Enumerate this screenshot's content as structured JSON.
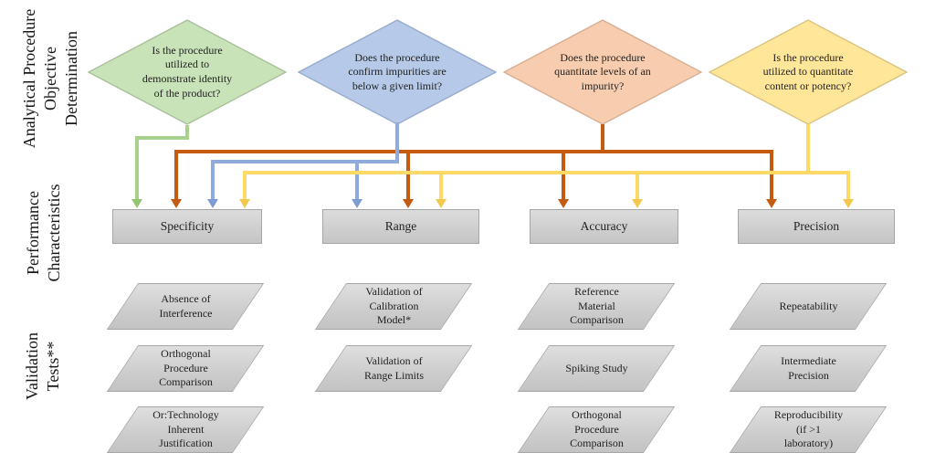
{
  "row_labels": {
    "objective": "Analytical Procedure\nObjective\nDetermination",
    "performance": "Performance\nCharacteristics",
    "validation": "Validation\nTests**"
  },
  "diamonds": [
    {
      "id": "identity",
      "text": "Is the procedure\nutilized to\ndemonstrate identity\nof the product?",
      "fill": "#C9E3B8",
      "line_color": "#A9D18E"
    },
    {
      "id": "impurity_limit",
      "text": "Does the procedure\nconfirm impurities are\nbelow a given limit?",
      "fill": "#B6C9E8",
      "line_color": "#8FAADC"
    },
    {
      "id": "impurity_level",
      "text": "Does the procedure\nquantitate levels of an\nimpurity?",
      "fill": "#F8CCAE",
      "line_color": "#C55A11"
    },
    {
      "id": "content_potency",
      "text": "Is the procedure\nutilized to quantitate\ncontent or potency?",
      "fill": "#FFE699",
      "line_color": "#FFD966"
    }
  ],
  "characteristics": [
    {
      "label": "Specificity"
    },
    {
      "label": "Range"
    },
    {
      "label": "Accuracy"
    },
    {
      "label": "Precision"
    }
  ],
  "connectors": [
    {
      "from": "identity",
      "color": "#A9D18E",
      "targets": [
        "Specificity"
      ]
    },
    {
      "from": "impurity_limit",
      "color": "#8FAADC",
      "targets": [
        "Specificity",
        "Range"
      ]
    },
    {
      "from": "impurity_level",
      "color": "#C55A11",
      "targets": [
        "Specificity",
        "Range",
        "Accuracy",
        "Precision"
      ]
    },
    {
      "from": "content_potency",
      "color": "#FFD966",
      "targets": [
        "Specificity",
        "Range",
        "Accuracy",
        "Precision"
      ]
    }
  ],
  "validation_tests": {
    "specificity": [
      "Absence of\nInterference",
      "Orthogonal\nProcedure\nComparison",
      "Or:Technology\nInherent\nJustification"
    ],
    "range": [
      "Validation of\nCalibration\nModel*",
      "Validation of\nRange Limits"
    ],
    "accuracy": [
      "Reference\nMaterial\nComparison",
      "Spiking Study",
      "Orthogonal\nProcedure\nComparison"
    ],
    "precision": [
      "Repeatability",
      "Intermediate\nPrecision",
      "Reproducibility\n(if >1\nlaboratory)"
    ]
  },
  "colors": {
    "green_line": "#A9D18E",
    "blue_line": "#8FAADC",
    "orange_line": "#C55A11",
    "yellow_line": "#FFD966",
    "green_fill": "#C9E3B8",
    "blue_fill": "#B6C9E8",
    "orange_fill": "#F8CCAE",
    "yellow_fill": "#FFE699",
    "box_fill": "#D0D0D0",
    "box_border": "#A6A6A6"
  }
}
